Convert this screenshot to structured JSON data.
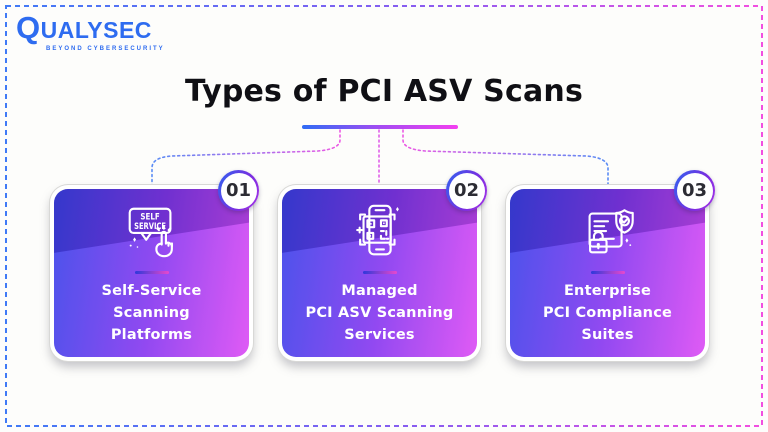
{
  "page": {
    "background": "#fdfdfb",
    "frame": {
      "style": "dashed",
      "color_left": "#3f7bf6",
      "color_right": "#f44fe0"
    }
  },
  "logo": {
    "brand": "QUALYSEC",
    "tagline": "BEYOND CYBERSECURITY",
    "color": "#2e6cf0"
  },
  "title": {
    "text": "Types of PCI ASV Scans",
    "underline_colors": [
      "#2f6cf5",
      "#f33ff0"
    ]
  },
  "card_style": {
    "gradient_from": "#3d46ea",
    "gradient_mid": "#8a3cf0",
    "gradient_to": "#dd4ff5",
    "text_color": "#ffffff",
    "badge_ring_colors": [
      "#2f63f0",
      "#a832e8"
    ]
  },
  "cards": [
    {
      "number": "01",
      "icon": "self-service-click-icon",
      "icon_text_line1": "SELF",
      "icon_text_line2": "SERVICE",
      "lines": [
        "Self-Service",
        "Scanning",
        "Platforms"
      ]
    },
    {
      "number": "02",
      "icon": "qr-scan-phone-icon",
      "lines": [
        "Managed",
        "PCI ASV Scanning",
        "Services"
      ]
    },
    {
      "number": "03",
      "icon": "compliance-shield-doc-icon",
      "lines": [
        "Enterprise",
        "PCI Compliance",
        "Suites"
      ]
    }
  ]
}
